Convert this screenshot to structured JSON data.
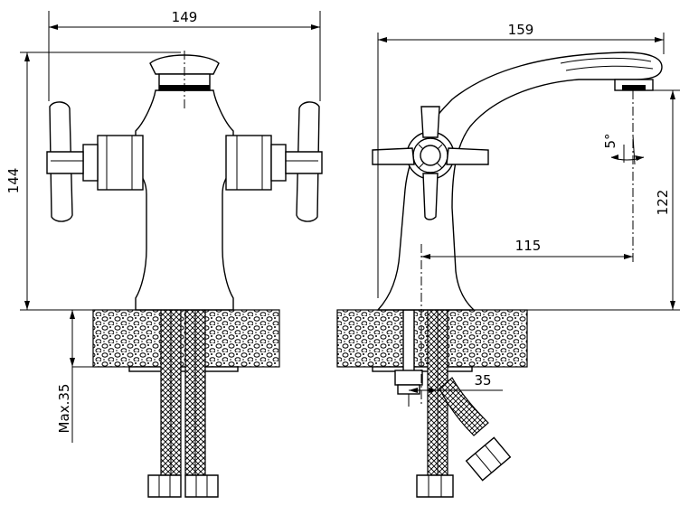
{
  "dimensions": {
    "front_width": "149",
    "front_height": "144",
    "front_max_thickness": "Max.35",
    "side_length": "159",
    "side_height": "122",
    "side_reach": "115",
    "side_offset": "35",
    "rotation_angle": "5°"
  },
  "colors": {
    "line": "#000000",
    "background": "#ffffff"
  }
}
